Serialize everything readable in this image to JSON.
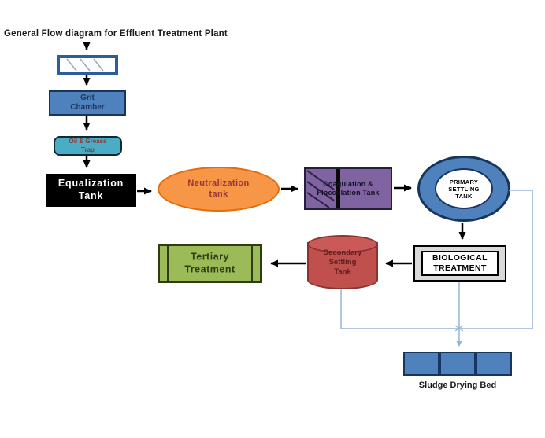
{
  "title": "General Flow diagram for Effluent Treatment Plant",
  "nodes": {
    "bar_screen": {
      "shape": "hatched-rectangle",
      "fill": "#ffffff",
      "border": "#2e5d9f"
    },
    "grit_chamber": {
      "label": "Grit\nChamber",
      "fill": "#4f81bd",
      "border": "#17365d",
      "text_color": "#1f3864"
    },
    "oil_grease_trap": {
      "label": "Oil & Grease\nTrap",
      "fill": "#4bacc6",
      "border": "#0d2b33",
      "text_color": "#943634"
    },
    "equalization_tank": {
      "label": "Equalization\nTank",
      "fill": "#000000",
      "text_color": "#ffffff"
    },
    "neutralization_tank": {
      "label": "Neutralization\ntank",
      "fill": "#f79646",
      "border": "#e46c0a",
      "text_color": "#943634"
    },
    "coagulation_flocculation_tank": {
      "label": "Coagulation &\nFlocculation Tank",
      "fill": "#8064a2",
      "border": "#241f3d",
      "text_color": "#141126"
    },
    "primary_settling_tank": {
      "label": "PRIMARY\nSETTLING\nTANK",
      "fill": "#4f81bd",
      "border": "#17365d",
      "text_color": "#000000"
    },
    "biological_treatment": {
      "label": "BIOLOGICAL\nTREATMENT",
      "fill": "#d9d9d9",
      "inner_fill": "#ffffff",
      "text_color": "#000000"
    },
    "secondary_settling_tank": {
      "label": "Secondary\nSettling\nTank",
      "fill": "#c0504d",
      "border": "#8c3331",
      "text_color": "#5d1f1e"
    },
    "tertiary_treatment": {
      "label": "Tertiary\nTreatment",
      "fill": "#9bbb59",
      "border": "#2f3b10",
      "text_color": "#2e3d10"
    },
    "sludge_drying_bed": {
      "label": "Sludge Drying Bed",
      "fill": "#4f81bd",
      "border": "#17365d",
      "text_color": "#1a1a1a",
      "bed_count": 3
    }
  },
  "connectors": {
    "flow_arrow_color": "#000000",
    "sludge_line_color": "#95b3d7"
  }
}
